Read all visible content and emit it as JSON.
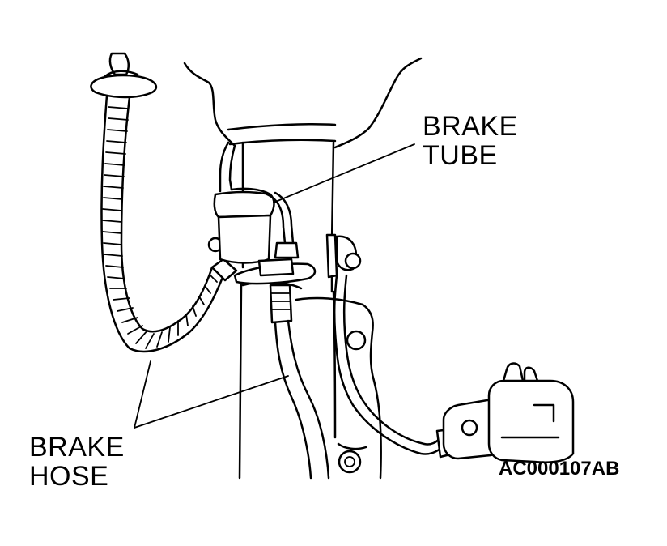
{
  "labels": {
    "brake_tube_line1": "BRAKE",
    "brake_tube_line2": "TUBE",
    "brake_hose_line1": "BRAKE",
    "brake_hose_line2": "HOSE",
    "figure_code": "AC000107AB"
  }
}
